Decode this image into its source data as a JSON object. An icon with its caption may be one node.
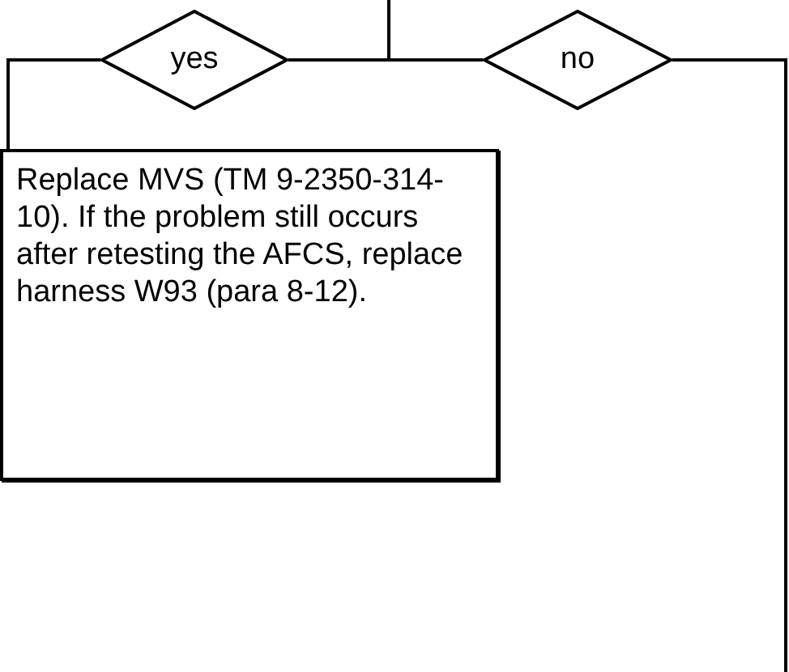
{
  "diagram": {
    "nodes": [
      {
        "text": [
          "yes"
        ]
      },
      {
        "text": [
          "no"
        ]
      },
      {
        "text": [
          "Replace MVS (TM 9-2350-314-10). If the problem still occurs after retesting the AFCS, replace harness W93 (para 8-12)."
        ]
      }
    ],
    "edges": [
      {
        "from": null,
        "to": 0,
        "arrow": "none"
      },
      {
        "from": null,
        "to": 1,
        "arrow": "none"
      },
      {
        "from": 0,
        "to": 2,
        "arrow": "none"
      },
      {
        "from": 1,
        "to": null,
        "arrow": "none"
      }
    ]
  }
}
